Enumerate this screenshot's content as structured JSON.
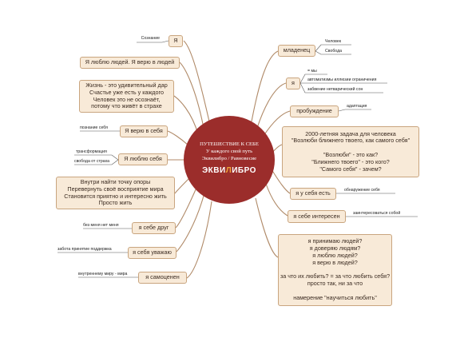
{
  "center": {
    "line1": "ПУТЕШЕСТВИЕ К СЕБЕ",
    "line2": "У каждого свой путь",
    "line3": "Эквилибро / Равновесие",
    "logo_a": "ЭКВИ",
    "logo_b": "Л",
    "logo_c": "ИБРО"
  },
  "left": {
    "ya": "Я",
    "ya_leaf": "Сознание",
    "love_people": "Я люблю людей. Я верю в людей",
    "life": [
      "Жизнь - это удивительный дар",
      "Счастье уже есть у каждого",
      "Человек это не осознаёт,",
      "потому что живёт в страхе"
    ],
    "believe": "Я верю в себя",
    "believe_leaf": "познание себя",
    "love_self": "Я люблю себя",
    "love_self_leaves": [
      "трансформация",
      "свобода от страха"
    ],
    "inside": [
      "Внутри найти точку опоры",
      "Перевернуть своё восприятие мира",
      "Становится приятно и интересно жить",
      "Просто жить"
    ],
    "friend": "я себе друг",
    "friend_leaf": "без меня нет меня",
    "respect": "я себя уважаю",
    "respect_leaf": "забота принятие поддержка",
    "selfsufficient": "я самоценен",
    "selfsufficient_leaf": "внутреннему миру - мира"
  },
  "right": {
    "baby": "младенец",
    "baby_leaves": [
      "Человек",
      "Свобода"
    ],
    "ya": "я",
    "ya_leaves": [
      "= мы",
      "автоматизмы иллюзии ограничения",
      "забвение нетварический сон"
    ],
    "awakening": "пробуждение",
    "awakening_leaf": "адаптация",
    "task": [
      "2000-летняя задача для человека",
      "\"Возлюби ближнего твоего, как самого себя\"",
      "",
      "\"Возлюби\" - это как?",
      "\"Ближнего твоего\" - это кого?",
      "\"Самого себя\" - зачем?"
    ],
    "have_self": "я у себя есть",
    "have_self_leaf": "обнаружение себя",
    "interesting": "я себе интересен",
    "interesting_leaf": "заинтересоваться собой",
    "accept": [
      "я принимаю людей?",
      "я доверяю людям?",
      "я люблю людей?",
      "я верю в людей?",
      "",
      "за что их любить? = за что любить себя?",
      "просто так, ни за что",
      "",
      "намерение \"научиться любить\""
    ]
  },
  "colors": {
    "center": "#9b2d2b",
    "node_fill": "#f8ead8",
    "node_border": "#c9a57f",
    "link": "#b08a68",
    "logo_accent": "#f0a436"
  }
}
